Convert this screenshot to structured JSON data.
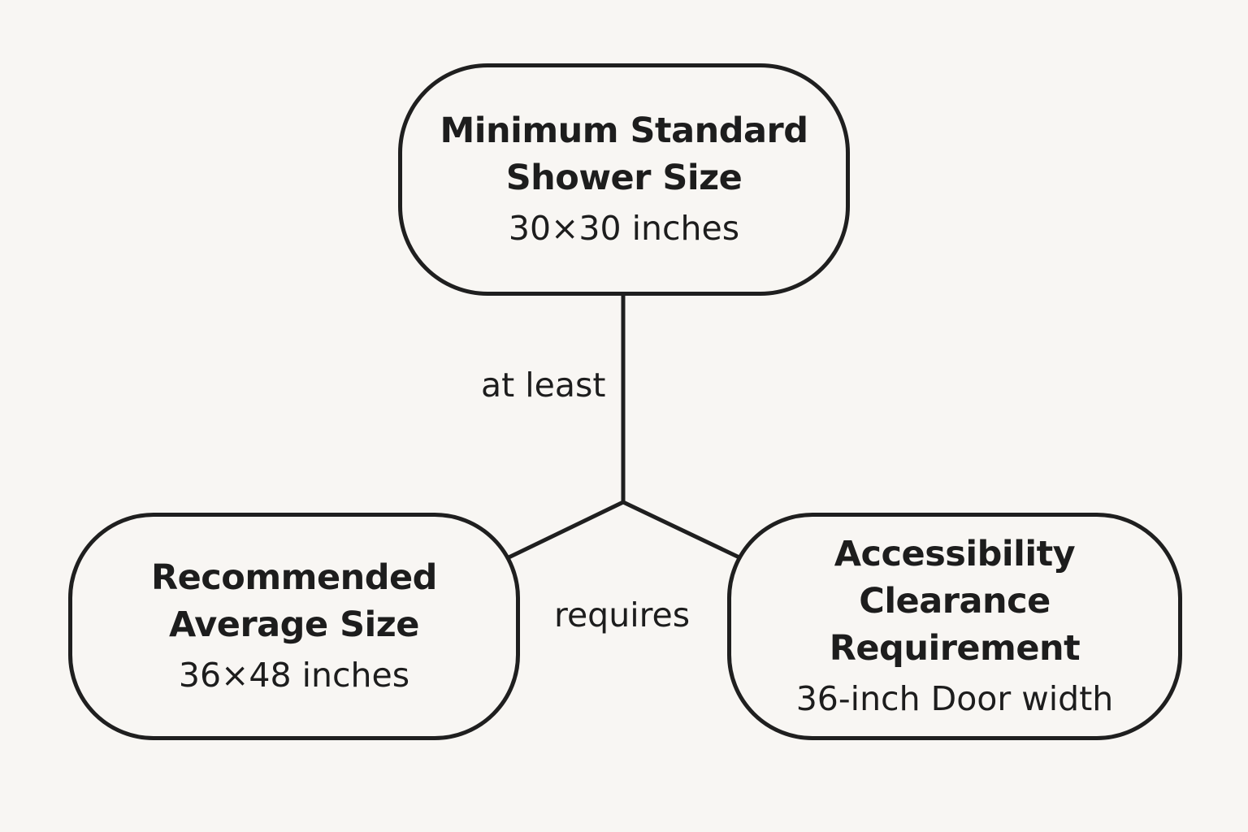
{
  "nodes": {
    "top": {
      "title_line1": "Minimum Standard",
      "title_line2": "Shower Size",
      "value": "30×30 inches"
    },
    "left": {
      "title_line1": "Recommended",
      "title_line2": "Average Size",
      "value": "36×48 inches"
    },
    "right": {
      "title_line1": "Accessibility",
      "title_line2": "Clearance Requirement",
      "value": "36-inch Door width"
    }
  },
  "edges": {
    "at_least_label": "at least",
    "requires_label": "requires"
  },
  "colors": {
    "background": "#f8f6f3",
    "stroke": "#1f1f1f"
  }
}
